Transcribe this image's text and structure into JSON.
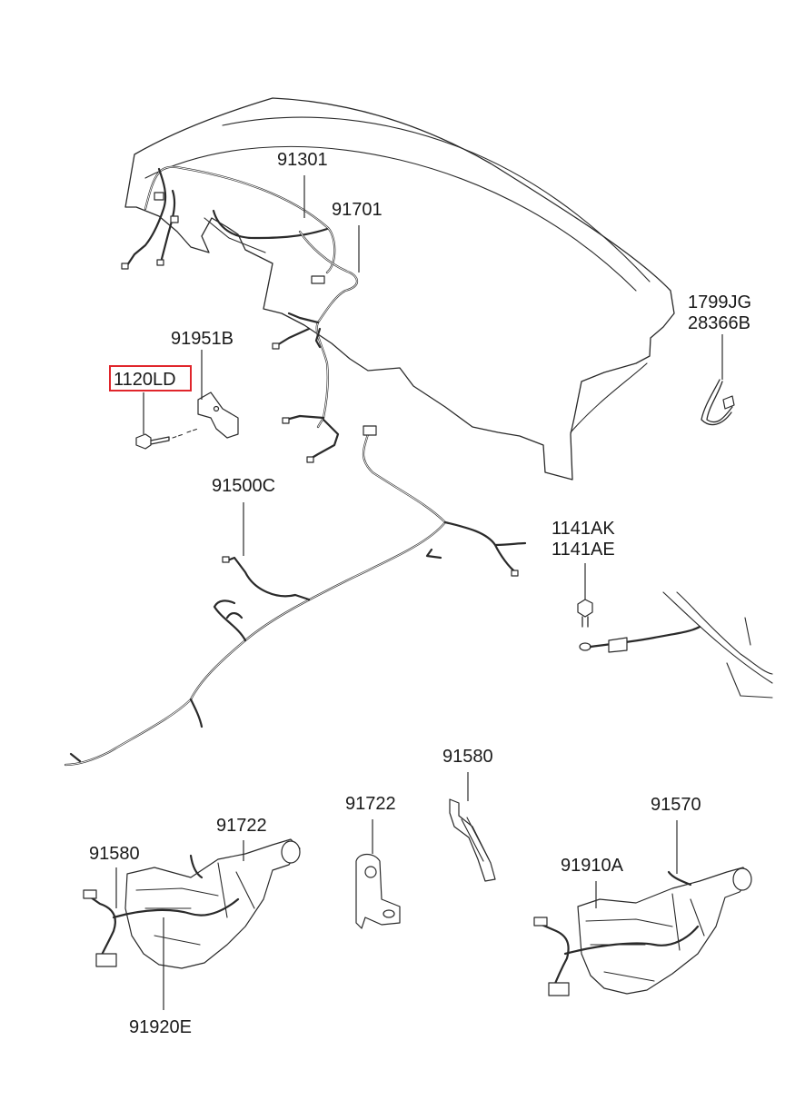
{
  "diagram": {
    "part_numbers": {
      "p91301": "91301",
      "p91701": "91701",
      "p1799JG": "1799JG",
      "p28366B": "28366B",
      "p91951B": "91951B",
      "p1120LD": "1120LD",
      "p91500C": "91500C",
      "p1141AK": "1141AK",
      "p1141AE": "1141AE",
      "p91580_top": "91580",
      "p91722_mid": "91722",
      "p91570": "91570",
      "p91722_left": "91722",
      "p91580_left": "91580",
      "p91910A": "91910A",
      "p91920E": "91920E"
    },
    "highlighted_part": "1120LD",
    "highlight_color": "#e0252b",
    "line_color": "#2a2a2a"
  }
}
